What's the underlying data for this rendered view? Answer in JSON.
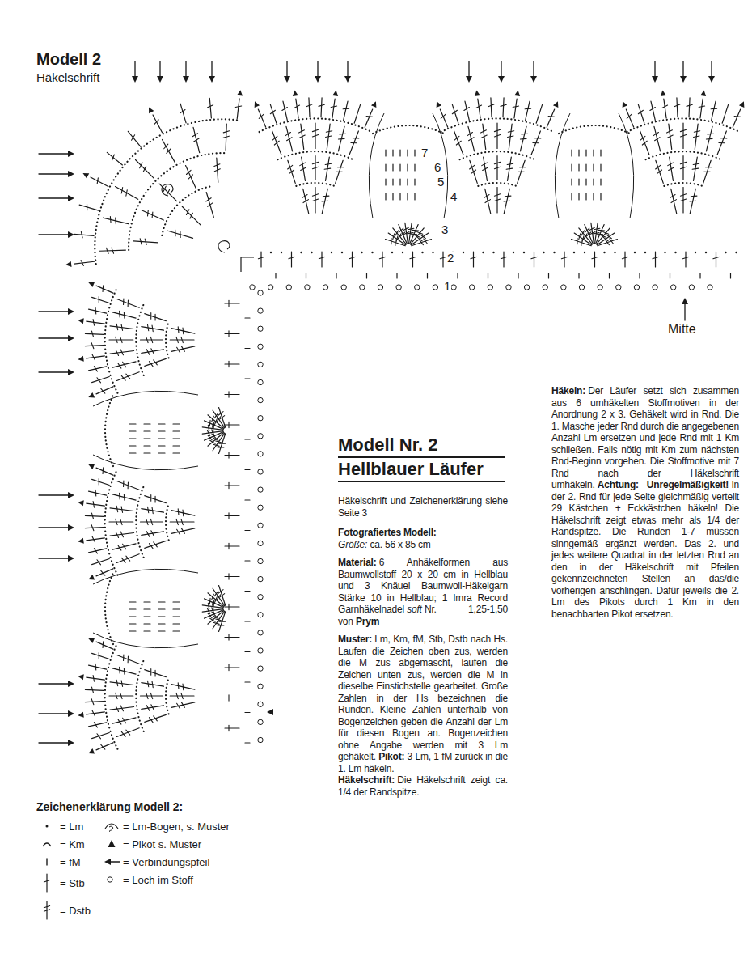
{
  "diagram": {
    "title": "Modell Nr. 2",
    "labels": [
      "Modell 2",
      "Häkelschrift",
      "7",
      "6",
      "5",
      "4",
      "3",
      "2",
      "1",
      "Mitte",
      "Zeichenerklärung Modell 2:",
      "Hellblauer Läufer",
      "Häkelschrift und Zeichenerklärung siehe Seite 3",
      "Fotografiertes Modell:",
      "Größe:",
      "ca. 56 x 85 cm",
      "Material:",
      "6 Anhäkelformen aus Baumwollstoff 20 x 20 cm in Hellblau und 3 Knäuel Baumwoll-Häkelgarn Stärke 10 in Hellblau; 1 Imra Record Garnhäkelnadel",
      "soft",
      "Nr. 1,25-1,50 von",
      "Prym",
      "Muster:",
      "Lm, Km, fM, Stb, Dstb nach Hs. Laufen die Zeichen oben zus, werden die M zus abgemascht, laufen die Zeichen unten zus, werden die M in dieselbe Einstichstelle gearbeitet. Große Zahlen in der Hs bezeichnen die Runden. Kleine Zahlen unterhalb von Bogenzeichen geben die Anzahl der Lm für diesen Bogen an. Bogenzeichen ohne Angabe werden mit 3 Lm gehäkelt.",
      "Pikot:",
      "3 Lm, 1 fM zurück in die 1. Lm häkeln.",
      "Häkelschrift:",
      "Die Häkelschrift zeigt ca. 1/4 der Randspitze.",
      "Häkeln:",
      "Der Läufer setzt sich zusammen aus 6 umhäkelten Stoffmotiven in der Anordnung 2 x 3. Gehäkelt wird in Rnd. Die 1. Masche jeder Rnd durch die angegebenen Anzahl Lm ersetzen und jede Rnd mit 1 Km schließen. Falls nötig mit Km zum nächsten Rnd-Beginn vorgehen. Die Stoffmotive mit 7 Rnd nach der Häkelschrift umhäkeln.",
      "Achtung: Unregelmäßigkeit!",
      "In der 2. Rnd für jede Seite gleichmäßig verteilt 29 Kästchen + Eckkästchen häkeln! Die Häkelschrift zeigt etwas mehr als 1/4 der Randspitze. Die Runden 1-7 müssen sinngemäß ergänzt werden. Das 2. und jedes weitere Quadrat in der letzten Rnd an den in der Häkelschrift mit Pfeilen gekennzeichneten Stellen an das/die vorherigen anschlingen. Dafür jeweils die 2. Lm des Pikots durch 1 Km in den benachbarten Pikot ersetzen."
    ],
    "legend": [
      {
        "text": "= Lm"
      },
      {
        "text": "= Lm-Bogen, s. Muster"
      },
      {
        "text": "= Km"
      },
      {
        "text": "= Pikot s. Muster"
      },
      {
        "text": "= fM"
      },
      {
        "text": "= Verbindungspfeil"
      },
      {
        "text": "= Stb"
      },
      {
        "text": "= Loch im Stoff"
      },
      {
        "text": "= Dstb"
      }
    ]
  }
}
